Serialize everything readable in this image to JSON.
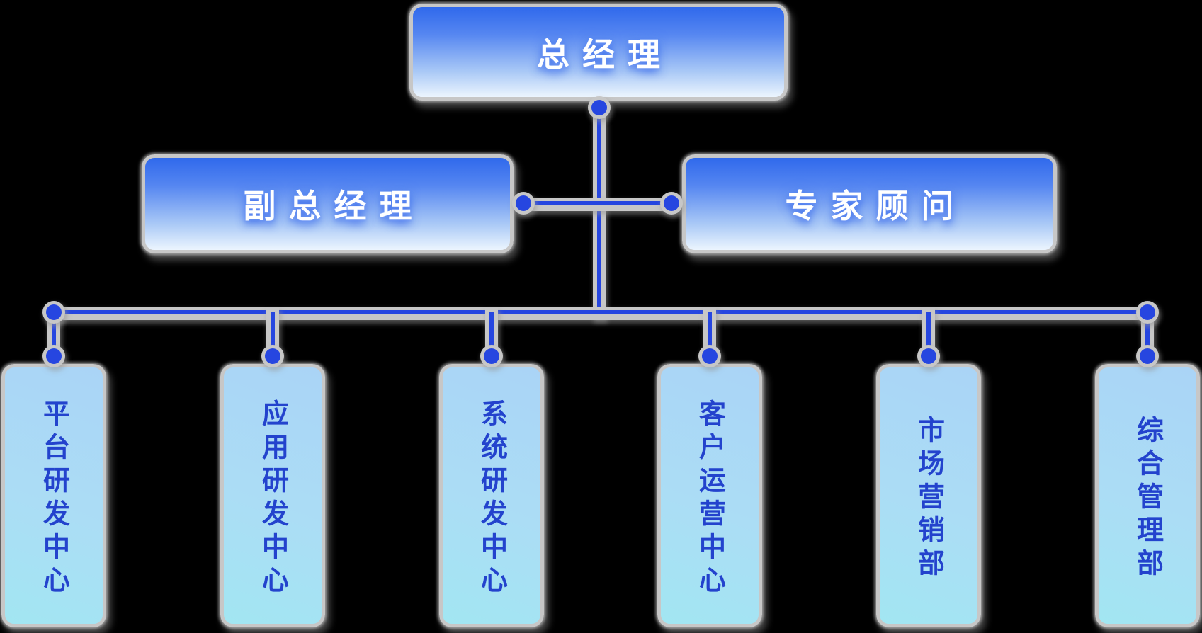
{
  "diagram": {
    "type": "org-chart",
    "background_color": "#000000",
    "colors": {
      "connector_blue": "#2646e0",
      "connector_sheath_gray": "#c7c7c7",
      "node_border_gray": "#c7c7c7",
      "mgmt_box_gradient_top": "#3069ec",
      "mgmt_box_gradient_bottom": "#ecf5fe",
      "dept_box_gradient_top": "#aad4f6",
      "dept_box_gradient_bottom": "#a2e6f2",
      "mgmt_label_color": "#ffffff",
      "dept_label_color": "#2343cd"
    },
    "root": {
      "label": "总经理"
    },
    "level2": [
      {
        "label": "副总经理"
      },
      {
        "label": "专家顾问"
      }
    ],
    "departments": [
      {
        "label": "平台研发中心"
      },
      {
        "label": "应用研发中心"
      },
      {
        "label": "系统研发中心"
      },
      {
        "label": "客户运营中心"
      },
      {
        "label": "市场营销部"
      },
      {
        "label": "综合管理部"
      }
    ]
  }
}
